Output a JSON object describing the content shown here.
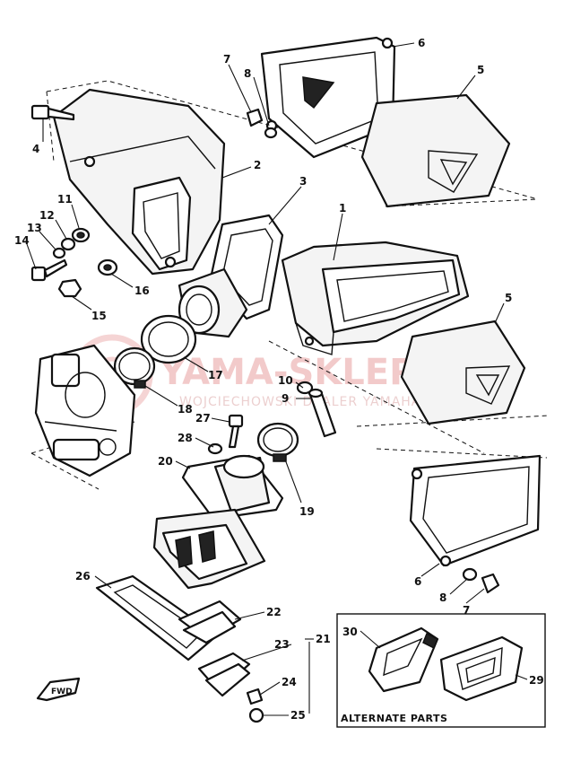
{
  "watermark": {
    "main": "YAMA-SKLEP.PL",
    "sub": "WOJCIECHOWSKI DEALER YAMAHA"
  },
  "fwd_label": "FWD",
  "alternate_box_label": "ALTERNATE PARTS",
  "part_labels": {
    "p1": "1",
    "p2": "2",
    "p3": "3",
    "p4": "4",
    "p5a": "5",
    "p5b": "5",
    "p6a": "6",
    "p6b": "6",
    "p7a": "7",
    "p7b": "7",
    "p8a": "8",
    "p8b": "8",
    "p9": "9",
    "p10": "10",
    "p11": "11",
    "p12": "12",
    "p13": "13",
    "p14": "14",
    "p15": "15",
    "p16": "16",
    "p17": "17",
    "p18": "18",
    "p19": "19",
    "p20": "20",
    "p21": "21",
    "p22": "22",
    "p23": "23",
    "p24": "24",
    "p25": "25",
    "p26": "26",
    "p27": "27",
    "p28": "28",
    "p29": "29",
    "p30": "30"
  }
}
